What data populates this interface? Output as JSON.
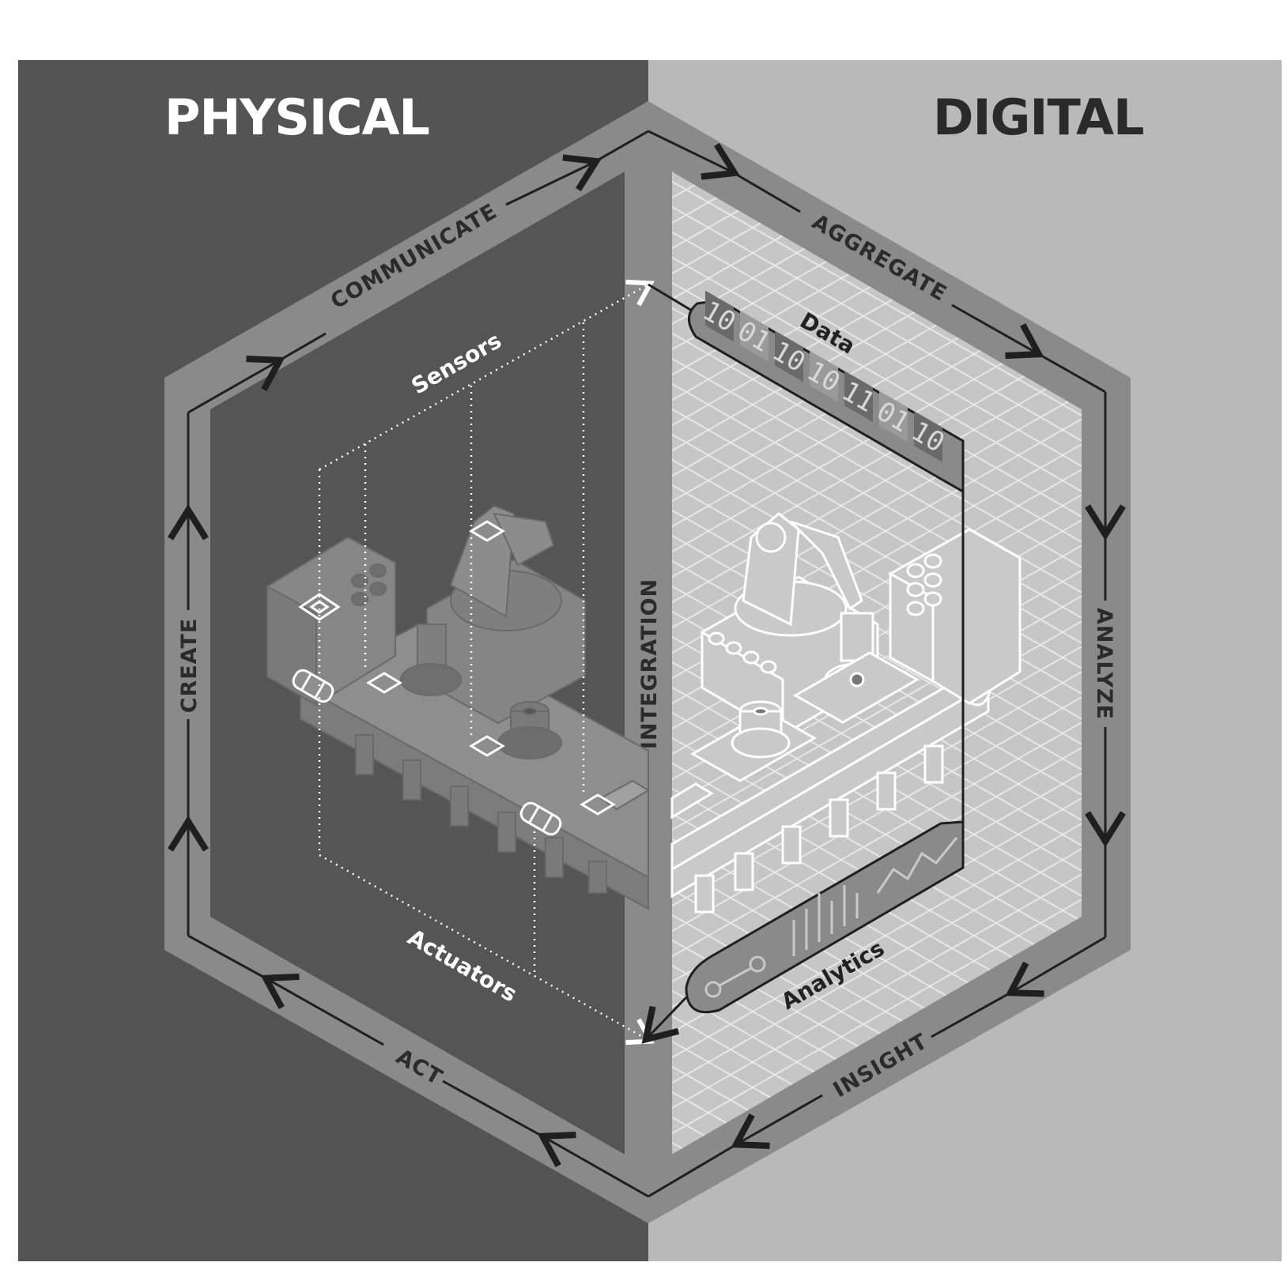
{
  "titles": {
    "physical": "PHYSICAL",
    "digital": "DIGITAL"
  },
  "cycle": {
    "communicate": "COMMUNICATE",
    "aggregate": "AGGREGATE",
    "analyze": "ANALYZE",
    "insight": "INSIGHT",
    "act": "ACT",
    "create": "CREATE"
  },
  "integration": "INTEGRATION",
  "physical_side": {
    "sensors": "Sensors",
    "actuators": "Actuators"
  },
  "digital_side": {
    "data": "Data",
    "analytics": "Analytics",
    "data_bits": [
      "10",
      "01",
      "10",
      "10",
      "11",
      "01",
      "10"
    ]
  },
  "colors": {
    "physical_bg": "#545454",
    "digital_bg": "#b9b9b9",
    "hex_band": "#8a8a8a",
    "physical_inner": "#555555",
    "digital_inner": "#c4c4c4",
    "line": "#1f1f1f"
  }
}
